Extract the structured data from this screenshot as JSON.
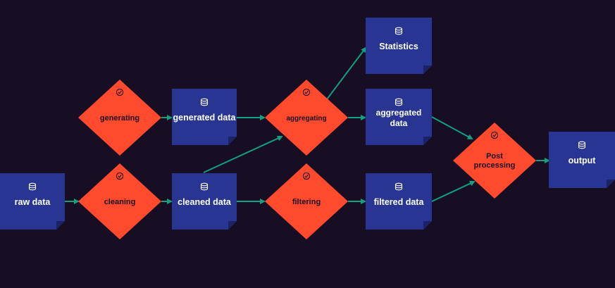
{
  "colors": {
    "background": "#180e24",
    "data_node": "#283593",
    "data_node_fold": "#1a2366",
    "process_node": "#ff4a2d",
    "edge": "#12a07e",
    "data_text": "#ffffff",
    "process_text": "#1a0f22"
  },
  "nodes": {
    "raw_data": {
      "label": "raw data",
      "kind": "data",
      "icon": "database-icon"
    },
    "cleaning": {
      "label": "cleaning",
      "kind": "process",
      "icon": "check-circle-icon"
    },
    "cleaned_data": {
      "label": "cleaned data",
      "kind": "data",
      "icon": "database-icon"
    },
    "filtering": {
      "label": "filtering",
      "kind": "process",
      "icon": "check-circle-icon"
    },
    "filtered_data": {
      "label": "filtered data",
      "kind": "data",
      "icon": "database-icon"
    },
    "generating": {
      "label": "generating",
      "kind": "process",
      "icon": "check-circle-icon"
    },
    "generated_data": {
      "label": "generated data",
      "kind": "data",
      "icon": "database-icon"
    },
    "aggregating": {
      "label": "aggregating",
      "kind": "process",
      "icon": "check-circle-icon"
    },
    "aggregated_data": {
      "label": "aggregated data",
      "kind": "data",
      "icon": "database-icon"
    },
    "statistics": {
      "label": "Statistics",
      "kind": "data",
      "icon": "database-icon"
    },
    "post_processing": {
      "label": "Post processing",
      "kind": "process",
      "icon": "check-circle-icon"
    },
    "output": {
      "label": "output",
      "kind": "data",
      "icon": "database-icon"
    }
  },
  "edges": [
    {
      "from": "raw_data",
      "to": "cleaning"
    },
    {
      "from": "cleaning",
      "to": "cleaned_data"
    },
    {
      "from": "cleaned_data",
      "to": "filtering"
    },
    {
      "from": "filtering",
      "to": "filtered_data"
    },
    {
      "from": "cleaned_data",
      "to": "aggregating"
    },
    {
      "from": "generating",
      "to": "generated_data"
    },
    {
      "from": "generated_data",
      "to": "aggregating"
    },
    {
      "from": "aggregating",
      "to": "aggregated_data"
    },
    {
      "from": "aggregating",
      "to": "statistics"
    },
    {
      "from": "aggregated_data",
      "to": "post_processing"
    },
    {
      "from": "filtered_data",
      "to": "post_processing"
    },
    {
      "from": "post_processing",
      "to": "output"
    }
  ]
}
